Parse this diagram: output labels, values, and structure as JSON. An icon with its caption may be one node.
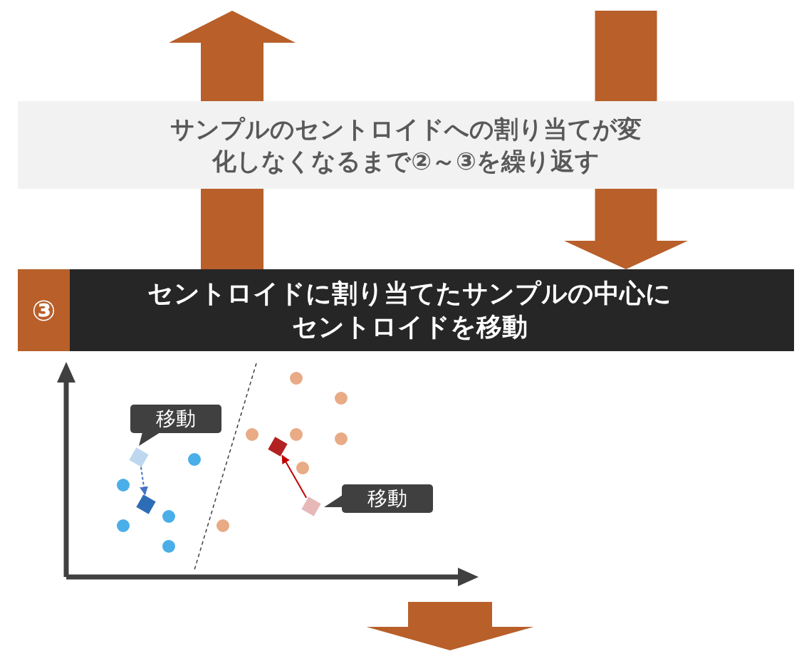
{
  "diagram": {
    "nodes": [
      {
        "text": [
          "サンプルのセントロイドへの割り当てが変化しなくなるまで②～③を繰り返す"
        ]
      },
      {
        "text": [
          "③",
          "セントロイドに割り当てたサンプルの中心にセントロイドを移動"
        ]
      },
      {
        "text": [],
        "shape": "box"
      },
      {
        "text": [],
        "shape": "box"
      },
      {
        "text": [],
        "shape": "box"
      },
      {
        "text": [],
        "shape": "box"
      }
    ],
    "edges": [
      {
        "from": 1,
        "to": null,
        "arrow": "to"
      },
      {
        "from": null,
        "to": 1,
        "arrow": "to"
      },
      {
        "from": 2,
        "to": 3,
        "arrow": "to",
        "style": "dashed",
        "color": "#4472c4"
      },
      {
        "from": 5,
        "to": 4,
        "arrow": "to",
        "color": "#c00000"
      }
    ],
    "labels": [
      "移動",
      "移動"
    ]
  }
}
